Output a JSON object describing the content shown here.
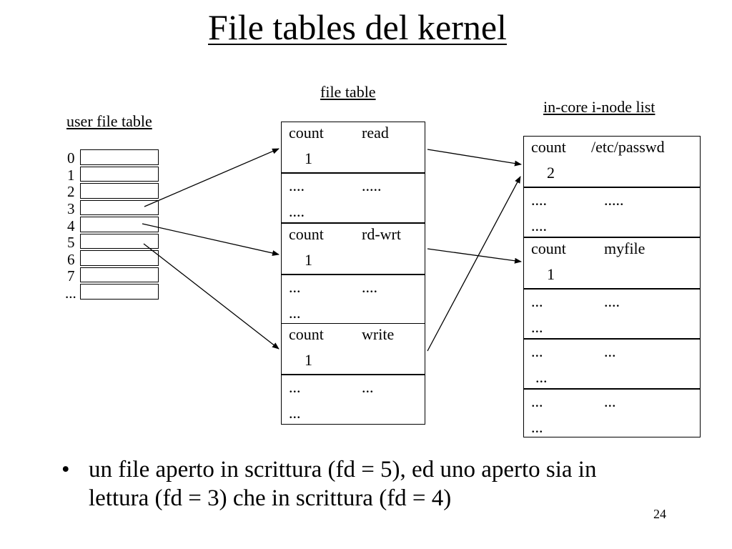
{
  "title": "File tables del kernel",
  "captions": {
    "user_file_table": "user file table",
    "file_table": "file table",
    "inode_list": "in-core i-node list"
  },
  "user_file_table": {
    "indices": [
      "0",
      "1",
      "2",
      "3",
      "4",
      "5",
      "6",
      "7",
      "..."
    ]
  },
  "file_table": {
    "entries": [
      {
        "c1": "count",
        "c2": "read",
        "c3": "1",
        "c4": "",
        "style": "entry"
      },
      {
        "c1": "....",
        "c2": ".....",
        "c3": "....",
        "c4": "",
        "style": "dots"
      },
      {
        "c1": "count",
        "c2": "rd-wrt",
        "c3": "1",
        "c4": "",
        "style": "entry"
      },
      {
        "c1": "...",
        "c2": "....",
        "c3": "...",
        "c4": "",
        "style": "dots"
      },
      {
        "c1": "count",
        "c2": "write",
        "c3": "1",
        "c4": "",
        "style": "entry"
      },
      {
        "c1": "...",
        "c2": "...",
        "c3": "...",
        "c4": "",
        "style": "dots"
      }
    ]
  },
  "inode_list": {
    "entries": [
      {
        "c1": "count",
        "c2": "/etc/passwd",
        "c3": "2",
        "style": "entry"
      },
      {
        "c1": "....",
        "c2": ".....",
        "c3": "....",
        "style": "dots"
      },
      {
        "c1": "count",
        "c2": "myfile",
        "c3": "1",
        "style": "entry"
      },
      {
        "c1": "...",
        "c2": "....",
        "c3": "...",
        "style": "dots"
      },
      {
        "c1": "...",
        "c2": "...",
        "c3": "...",
        "style": "dots"
      },
      {
        "c1": "...",
        "c2": "...",
        "c3": "...",
        "style": "dots"
      }
    ]
  },
  "bullet": {
    "marker": "•",
    "text": "un file aperto in scrittura (fd = 5), ed uno aperto sia in lettura (fd = 3) che in scrittura (fd = 4)"
  },
  "page_number": "24"
}
